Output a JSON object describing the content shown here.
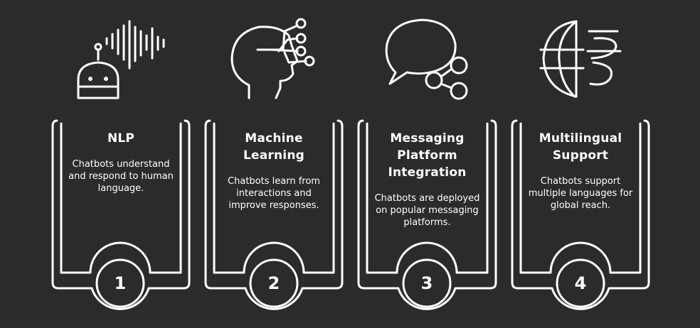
{
  "steps": [
    {
      "number": "1",
      "title": "NLP",
      "description": "Chatbots understand and respond to human language.",
      "icon": "robot-soundwave-icon"
    },
    {
      "number": "2",
      "title": "Machine Learning",
      "description": "Chatbots learn from interactions and improve responses.",
      "icon": "head-network-icon"
    },
    {
      "number": "3",
      "title": "Messaging Platform Integration",
      "description": "Chatbots are deployed on popular messaging platforms.",
      "icon": "chat-share-icon"
    },
    {
      "number": "4",
      "title": "Multilingual Support",
      "description": "Chatbots support multiple languages for global reach.",
      "icon": "globe-languages-icon"
    }
  ],
  "colors": {
    "background": "#2b2b2b",
    "stroke": "#ffffff"
  }
}
